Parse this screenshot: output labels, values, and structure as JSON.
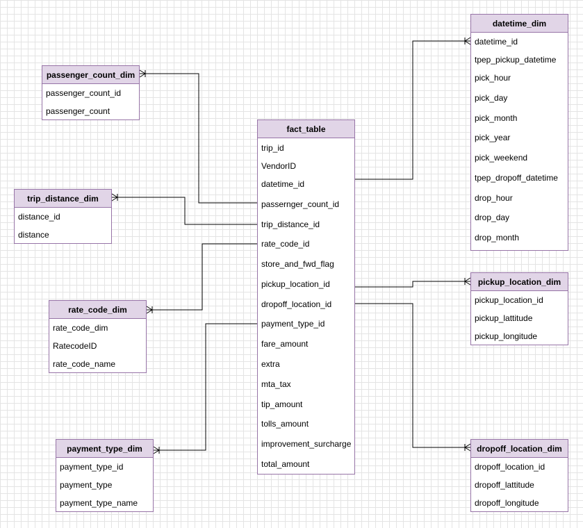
{
  "entities": {
    "datetime_dim": {
      "title": "datetime_dim",
      "fields": [
        "datetime_id",
        "tpep_pickup_datetime",
        "pick_hour",
        "pick_day",
        "pick_month",
        "pick_year",
        "pick_weekend",
        "tpep_dropoff_datetime",
        "drop_hour",
        "drop_day",
        "drop_month"
      ]
    },
    "passenger_count_dim": {
      "title": "passenger_count_dim",
      "fields": [
        "passenger_count_id",
        "passenger_count"
      ]
    },
    "fact_table": {
      "title": "fact_table",
      "fields": [
        "trip_id",
        "VendorID",
        "datetime_id",
        "passernger_count_id",
        "trip_distance_id",
        "rate_code_id",
        "store_and_fwd_flag",
        "pickup_location_id",
        "dropoff_location_id",
        "payment_type_id",
        "fare_amount",
        "extra",
        "mta_tax",
        "tip_amount",
        "tolls_amount",
        "improvement_surcharge",
        "total_amount"
      ]
    },
    "trip_distance_dim": {
      "title": "trip_distance_dim",
      "fields": [
        "distance_id",
        "distance"
      ]
    },
    "rate_code_dim": {
      "title": "rate_code_dim",
      "fields": [
        "rate_code_dim",
        "RatecodeID",
        "rate_code_name"
      ]
    },
    "pickup_location_dim": {
      "title": "pickup_location_dim",
      "fields": [
        "pickup_location_id",
        "pickup_lattitude",
        "pickup_longitude"
      ]
    },
    "payment_type_dim": {
      "title": "payment_type_dim",
      "fields": [
        "payment_type_id",
        "payment_type",
        "payment_type_name"
      ]
    },
    "dropoff_location_dim": {
      "title": "dropoff_location_dim",
      "fields": [
        "dropoff_location_id",
        "dropoff_lattitude",
        "dropoff_longitude"
      ]
    }
  },
  "relationships": [
    {
      "from": "fact_table.datetime_id",
      "to": "datetime_dim",
      "cardinality": "one-to-many"
    },
    {
      "from": "fact_table.passernger_count_id",
      "to": "passenger_count_dim",
      "cardinality": "one-to-many"
    },
    {
      "from": "fact_table.trip_distance_id",
      "to": "trip_distance_dim",
      "cardinality": "one-to-many"
    },
    {
      "from": "fact_table.rate_code_id",
      "to": "rate_code_dim",
      "cardinality": "one-to-many"
    },
    {
      "from": "fact_table.pickup_location_id",
      "to": "pickup_location_dim",
      "cardinality": "one-to-many"
    },
    {
      "from": "fact_table.payment_type_id",
      "to": "payment_type_dim",
      "cardinality": "one-to-many"
    },
    {
      "from": "fact_table.dropoff_location_id",
      "to": "dropoff_location_dim",
      "cardinality": "one-to-many"
    }
  ],
  "colors": {
    "header_fill": "#e1d5e7",
    "border": "#9673a6",
    "grid": "#e4e4e4",
    "connector": "#000000"
  }
}
